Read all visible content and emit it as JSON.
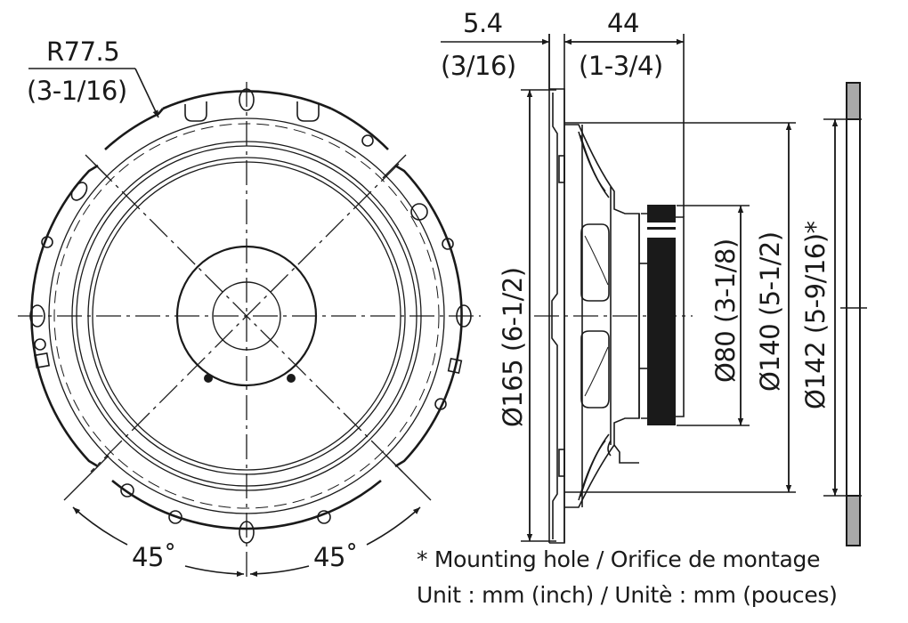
{
  "front_view": {
    "radius_mm": "R77.5",
    "radius_in": "(3-1/16)",
    "angle_left": "45˚",
    "angle_right": "45˚"
  },
  "side_view": {
    "flange_thickness_mm": "5.4",
    "flange_thickness_in": "(3/16)",
    "mount_depth_mm": "44",
    "mount_depth_in": "(1-3/4)",
    "outer_diameter": "Ø165 (6-1/2)",
    "magnet_diameter": "Ø80 (3-1/8)",
    "basket_diameter": "Ø140 (5-1/2)",
    "mounting_hole_diameter": "Ø142 (5-9/16)*"
  },
  "notes": {
    "mounting_hole": "* Mounting hole / Orifice de montage",
    "unit": "Unit : mm (inch) / Unitè : mm (pouces)"
  },
  "colors": {
    "line": "#1a1a1a",
    "panel_fill": "#a9a9a9",
    "magnet_fill": "#1a1a1a"
  }
}
